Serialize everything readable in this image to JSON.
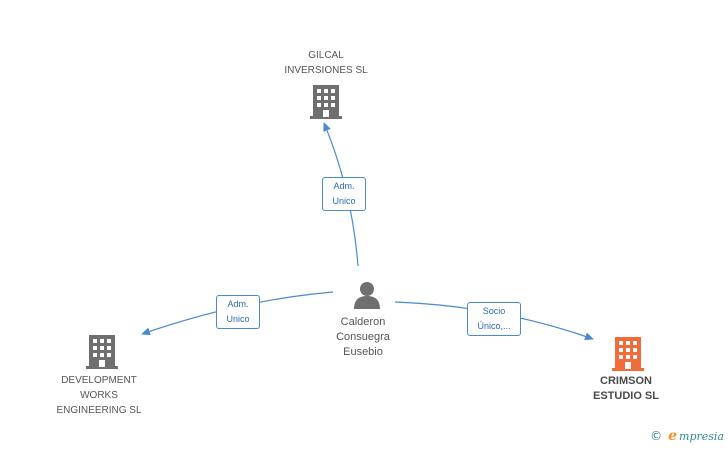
{
  "nodes": {
    "top_company": {
      "name": "GILCAL\nINVERSIONES SL",
      "icon": "building-icon",
      "color": "#6f6f6f"
    },
    "left_company": {
      "name": "DEVELOPMENT\nWORKS\nENGINEERING SL",
      "icon": "building-icon",
      "color": "#6f6f6f"
    },
    "main_company": {
      "name": "CRIMSON\nESTUDIO SL",
      "icon": "building-icon",
      "color": "#f26b3a"
    },
    "person": {
      "name": "Calderon\nConsuegra\nEusebio",
      "icon": "person-icon",
      "color": "#6f6f6f"
    }
  },
  "edges": {
    "to_top": {
      "label": "Adm.\nUnico"
    },
    "to_left": {
      "label": "Adm.\nUnico"
    },
    "to_main": {
      "label": "Socio\nÚnico,..."
    }
  },
  "edge_color": "#4a8ad4",
  "footer": {
    "copyright_symbol": "©",
    "brand_initial": "e",
    "brand_rest": "mpresia"
  }
}
